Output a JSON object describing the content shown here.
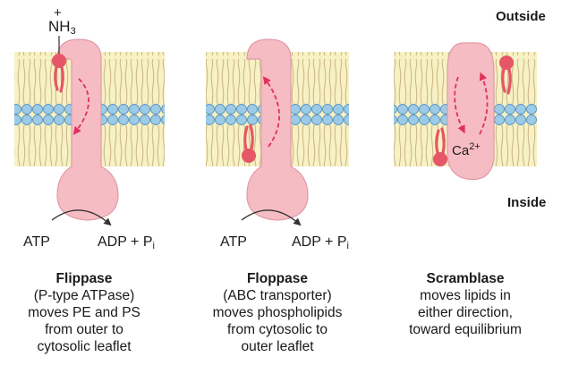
{
  "labels": {
    "outside": "Outside",
    "inside": "Inside",
    "amine_charge": "+",
    "amine_main": "NH",
    "amine_sub": "3",
    "calcium_main": "Ca",
    "calcium_sup": "2+"
  },
  "panels": [
    {
      "name": "Flippase",
      "atp": "ATP",
      "adp_main": "ADP + P",
      "adp_sub": "i",
      "lines": [
        "(P-type ATPase)",
        "moves PE and PS",
        "from outer to",
        "cytosolic leaflet"
      ]
    },
    {
      "name": "Floppase",
      "atp": "ATP",
      "adp_main": "ADP + P",
      "adp_sub": "i",
      "lines": [
        "(ABC transporter)",
        "moves phospholipids",
        "from cytosolic to",
        "outer leaflet"
      ]
    },
    {
      "name": "Scramblase",
      "lines": [
        "moves lipids in",
        "either direction,",
        "toward equilibrium"
      ]
    }
  ],
  "colors": {
    "lipid_head": "#9ccbe8",
    "lipid_head_stroke": "#5b93bd",
    "tails": "#cdb98a",
    "membrane_core": "#f7f1c4",
    "protein": "#f6bcc4",
    "protein_stroke": "#e09aa6",
    "moving_lipid": "#e55767",
    "arrow": "#e0305a"
  }
}
